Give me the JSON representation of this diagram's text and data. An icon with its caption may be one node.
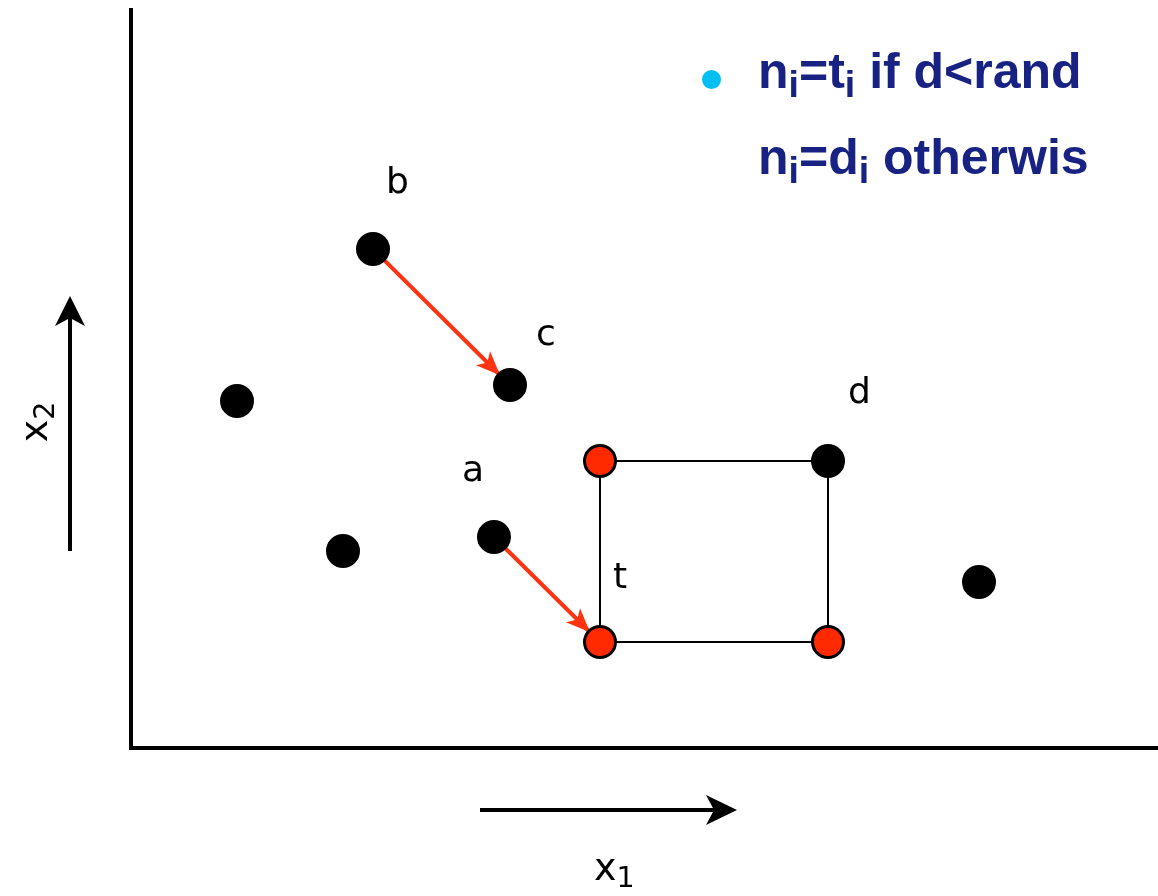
{
  "diagram": {
    "nodes": [
      {
        "text": [],
        "shape": "circle",
        "beside": [
          "b"
        ]
      },
      {
        "text": [],
        "shape": "circle",
        "beside": [
          "c"
        ]
      },
      {
        "text": [],
        "shape": "circle"
      },
      {
        "text": [],
        "shape": "circle"
      },
      {
        "text": [],
        "shape": "circle",
        "beside": [
          "d"
        ]
      },
      {
        "text": [],
        "shape": "circle",
        "beside": [
          "a"
        ]
      },
      {
        "text": [],
        "shape": "circle"
      },
      {
        "text": [],
        "shape": "circle"
      },
      {
        "text": [],
        "shape": "circle",
        "beside": [
          "t"
        ]
      },
      {
        "text": [],
        "shape": "circle"
      }
    ],
    "edges": [
      {
        "from": 0,
        "to": 1,
        "arrow": "to",
        "style": "thick",
        "color": "#ff3311"
      },
      {
        "from": 5,
        "to": 8,
        "arrow": "to",
        "style": "thick",
        "color": "#ff3311"
      },
      {
        "from": 3,
        "to": 4,
        "arrow": "none"
      },
      {
        "from": 4,
        "to": 9,
        "arrow": "none"
      },
      {
        "from": 8,
        "to": 9,
        "arrow": "none"
      },
      {
        "from": 3,
        "to": 8,
        "arrow": "none"
      }
    ],
    "labels": [
      "n$_{i}$=t$_{i}$ if d<rand",
      "n$_{i}$=d$_{i}$ otherwis",
      "x$_{2}$",
      "x$_{1}$"
    ]
  }
}
